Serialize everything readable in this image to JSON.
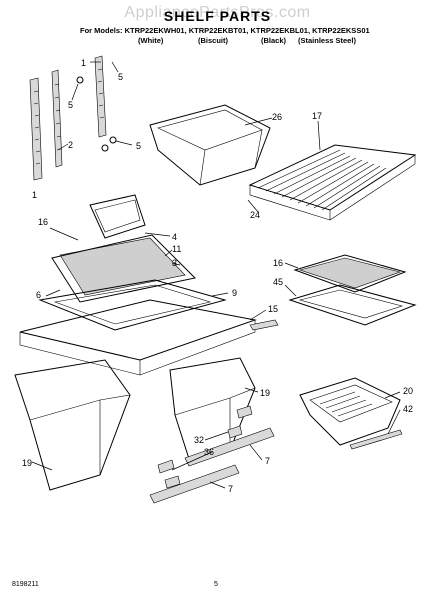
{
  "watermark": "AppliancePartsPros.com",
  "title": "SHELF PARTS",
  "models_line": "For Models: KTRP22EKWH01, KTRP22EKBT01, KTRP22EKBL01, KTRP22EKSS01",
  "variants": [
    "(White)",
    "(Biscuit)",
    "(Black)",
    "(Stainless Steel)"
  ],
  "part_numbers": [
    "1",
    "5",
    "5",
    "2",
    "5",
    "1",
    "26",
    "17",
    "24",
    "16",
    "4",
    "11",
    "6",
    "3",
    "9",
    "15",
    "16",
    "45",
    "19",
    "20",
    "42",
    "32",
    "36",
    "7",
    "19",
    "7"
  ],
  "footer_left": "8198211",
  "footer_page": "5"
}
